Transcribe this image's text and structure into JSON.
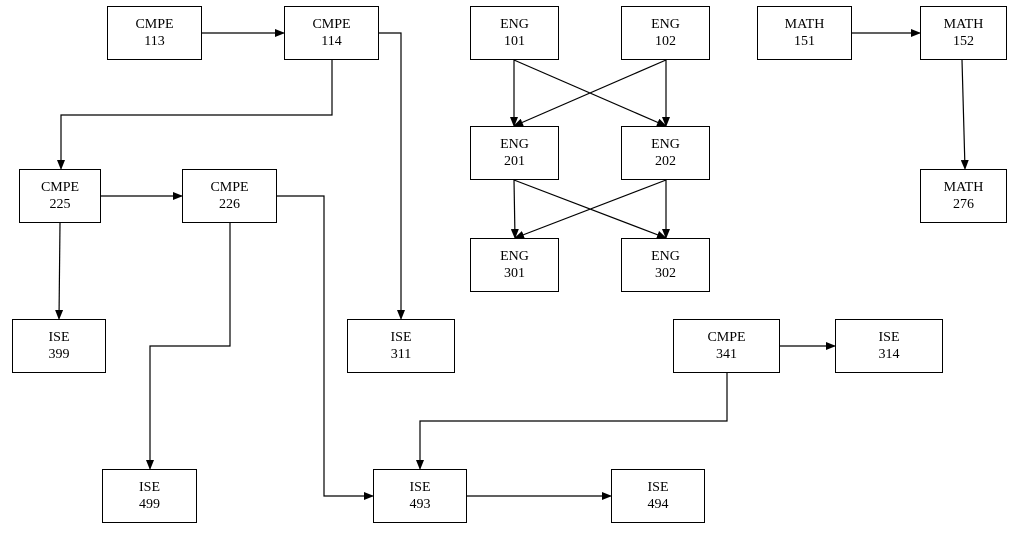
{
  "diagram": {
    "nodes": [
      {
        "id": "cmpe113",
        "dept": "CMPE",
        "num": "113"
      },
      {
        "id": "cmpe114",
        "dept": "CMPE",
        "num": "114"
      },
      {
        "id": "eng101",
        "dept": "ENG",
        "num": "101"
      },
      {
        "id": "eng102",
        "dept": "ENG",
        "num": "102"
      },
      {
        "id": "math151",
        "dept": "MATH",
        "num": "151"
      },
      {
        "id": "math152",
        "dept": "MATH",
        "num": "152"
      },
      {
        "id": "eng201",
        "dept": "ENG",
        "num": "201"
      },
      {
        "id": "eng202",
        "dept": "ENG",
        "num": "202"
      },
      {
        "id": "cmpe225",
        "dept": "CMPE",
        "num": "225"
      },
      {
        "id": "cmpe226",
        "dept": "CMPE",
        "num": "226"
      },
      {
        "id": "math276",
        "dept": "MATH",
        "num": "276"
      },
      {
        "id": "eng301",
        "dept": "ENG",
        "num": "301"
      },
      {
        "id": "eng302",
        "dept": "ENG",
        "num": "302"
      },
      {
        "id": "ise399",
        "dept": "ISE",
        "num": "399"
      },
      {
        "id": "ise311",
        "dept": "ISE",
        "num": "311"
      },
      {
        "id": "cmpe341",
        "dept": "CMPE",
        "num": "341"
      },
      {
        "id": "ise314",
        "dept": "ISE",
        "num": "314"
      },
      {
        "id": "ise499",
        "dept": "ISE",
        "num": "499"
      },
      {
        "id": "ise493",
        "dept": "ISE",
        "num": "493"
      },
      {
        "id": "ise494",
        "dept": "ISE",
        "num": "494"
      }
    ],
    "edges": [
      {
        "from": "cmpe113",
        "to": "cmpe114"
      },
      {
        "from": "cmpe114",
        "to": "ise311"
      },
      {
        "from": "cmpe114",
        "to": "cmpe225"
      },
      {
        "from": "cmpe225",
        "to": "cmpe226"
      },
      {
        "from": "cmpe225",
        "to": "ise399"
      },
      {
        "from": "cmpe226",
        "to": "ise499"
      },
      {
        "from": "cmpe226",
        "to": "ise493"
      },
      {
        "from": "eng101",
        "to": "eng201"
      },
      {
        "from": "eng101",
        "to": "eng202"
      },
      {
        "from": "eng102",
        "to": "eng201"
      },
      {
        "from": "eng102",
        "to": "eng202"
      },
      {
        "from": "eng201",
        "to": "eng301"
      },
      {
        "from": "eng201",
        "to": "eng302"
      },
      {
        "from": "eng202",
        "to": "eng301"
      },
      {
        "from": "eng202",
        "to": "eng302"
      },
      {
        "from": "math151",
        "to": "math152"
      },
      {
        "from": "math152",
        "to": "math276"
      },
      {
        "from": "cmpe341",
        "to": "ise314"
      },
      {
        "from": "cmpe341",
        "to": "ise493"
      },
      {
        "from": "ise493",
        "to": "ise494"
      }
    ]
  }
}
